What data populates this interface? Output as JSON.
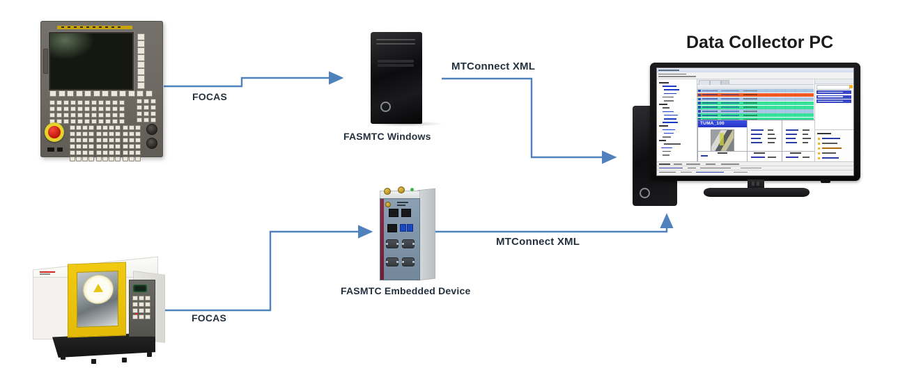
{
  "title": "Data Collector PC",
  "labels": {
    "focas_top": "FOCAS",
    "focas_bottom": "FOCAS",
    "mtconnect_top": "MTConnect XML",
    "mtconnect_bottom": "MTConnect XML",
    "fasmtc_windows": "FASMTC Windows",
    "fasmtc_embedded": "FASMTC Embedded Device"
  },
  "connections": [
    {
      "from": "cnc-control-panel",
      "to": "fasmtc-windows-pc",
      "label": "FOCAS"
    },
    {
      "from": "fasmtc-windows-pc",
      "to": "data-collector-pc",
      "label": "MTConnect XML"
    },
    {
      "from": "cnc-machine",
      "to": "fasmtc-embedded-device",
      "label": "FOCAS"
    },
    {
      "from": "fasmtc-embedded-device",
      "to": "data-collector-pc",
      "label": "MTConnect XML"
    }
  ],
  "colors": {
    "arrow": "#4f81bd",
    "label_text": "#24313f",
    "title_text": "#1b1b1b",
    "status_row_green": "#36e29a",
    "status_row_orange": "#f25a24",
    "status_row_blue": "#aac8e4",
    "detail_header_blue": "#2435c6",
    "selected_row_blue": "#3947c4"
  },
  "monitor_screen": {
    "machine_name": "TUMA_100",
    "table_row_colors": [
      "blue",
      "orange",
      "blue",
      "green",
      "green",
      "blue",
      "green",
      "green",
      "blue",
      "green",
      "blue"
    ],
    "right_panel_selected_rows": 3
  }
}
